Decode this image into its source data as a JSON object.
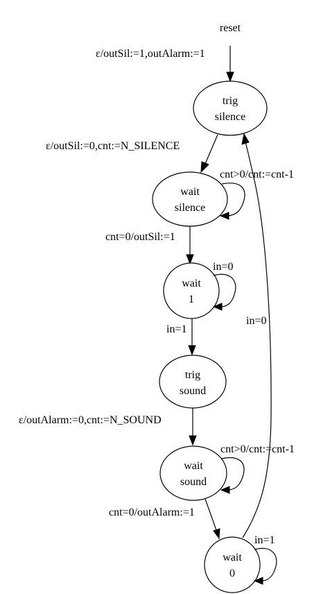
{
  "diagram": {
    "start": "reset",
    "nodes": {
      "trig_silence": {
        "line1": "trig",
        "line2": "silence"
      },
      "wait_silence": {
        "line1": "wait",
        "line2": "silence"
      },
      "wait_1": {
        "line1": "wait",
        "line2": "1"
      },
      "trig_sound": {
        "line1": "trig",
        "line2": "sound"
      },
      "wait_sound": {
        "line1": "wait",
        "line2": "sound"
      },
      "wait_0": {
        "line1": "wait",
        "line2": "0"
      }
    },
    "edges": {
      "reset_to_trig_silence": "ε/outSil:=1,outAlarm:=1",
      "trig_silence_to_wait_silence": "ε/outSil:=0,cnt:=N_SILENCE",
      "wait_silence_self": "cnt>0/cnt:=cnt-1",
      "wait_silence_to_wait_1": "cnt=0/outSil:=1",
      "wait_1_self": "in=0",
      "wait_1_to_trig_sound": "in=1",
      "trig_sound_to_wait_sound": "ε/outAlarm:=0,cnt:=N_SOUND",
      "wait_sound_self": "cnt>0/cnt:=cnt-1",
      "wait_sound_to_wait_0": "cnt=0/outAlarm:=1",
      "wait_0_self": "in=1",
      "wait_0_to_trig_silence": "in=0"
    }
  }
}
